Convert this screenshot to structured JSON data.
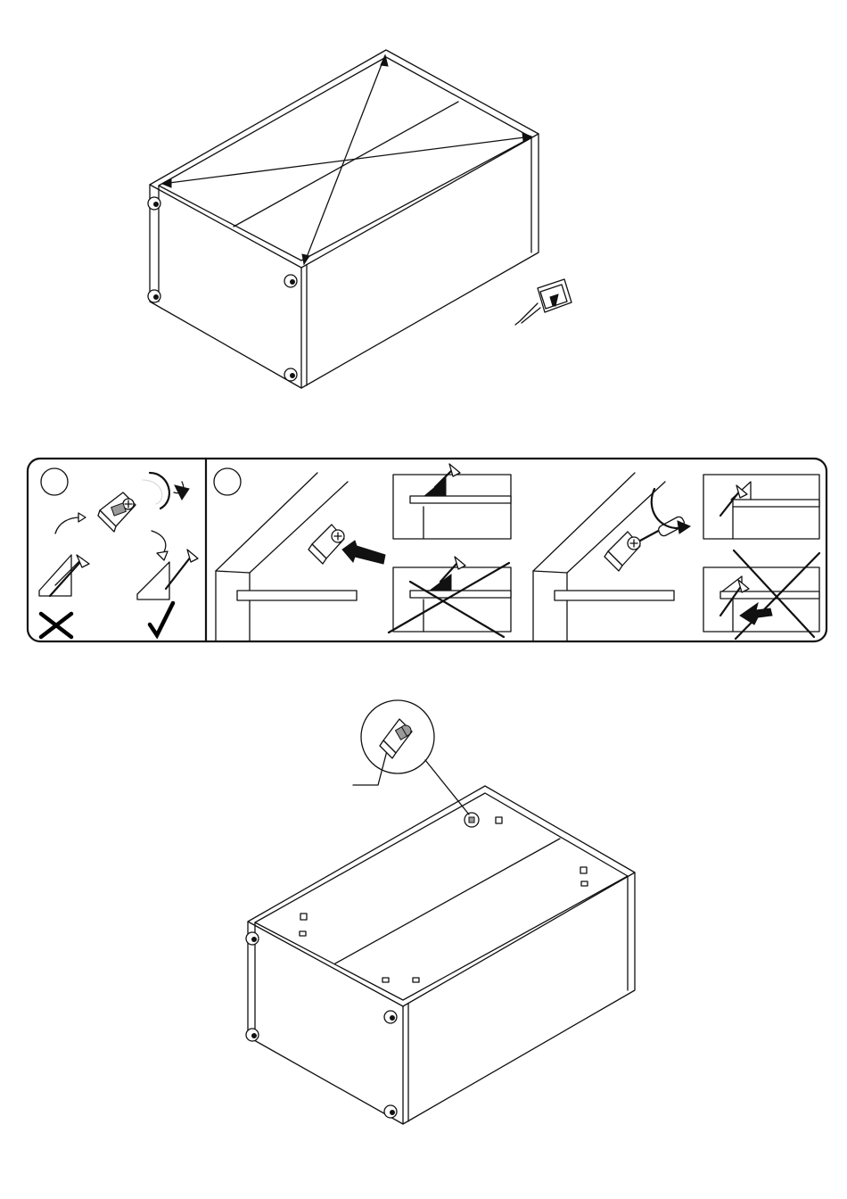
{
  "page": {
    "kind": "furniture-assembly-instruction-sheet",
    "colors": {
      "ink": "#111111",
      "paper": "#ffffff",
      "shade": "#9a9a9a"
    }
  },
  "step_top": {
    "illustration": "open-carcass-diagonal-measurement",
    "tool_icon": "tape-measure-icon"
  },
  "hint_panel": {
    "left_section": {
      "step_badge_text": "",
      "wrong_mark": "cross-icon",
      "right_mark": "check-icon"
    },
    "right_section": {
      "step_badge_text": "",
      "wrong_mark": "cross-icon"
    }
  },
  "step_bottom": {
    "illustration": "carcass-with-corner-brackets",
    "callout_label": ""
  }
}
